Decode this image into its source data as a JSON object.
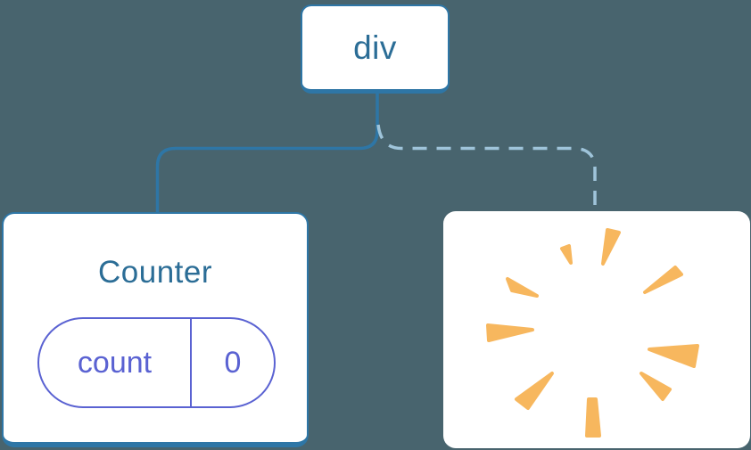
{
  "colors": {
    "background": "#48646e",
    "card_bg": "#ffffff",
    "node_border": "#2e76a6",
    "node_text": "#2b6d96",
    "solid_link": "#2e76a6",
    "dashed_link": "#9fc4da",
    "state_accent": "#5a62d2",
    "poof": "#f7b75e"
  },
  "tree": {
    "root": {
      "label": "div"
    },
    "children": [
      {
        "name": "counter-component",
        "title": "Counter",
        "link_style": "solid",
        "state": {
          "key": "count",
          "value": "0"
        }
      },
      {
        "name": "removed-component",
        "icon": "poof-starburst-icon",
        "link_style": "dashed"
      }
    ]
  }
}
